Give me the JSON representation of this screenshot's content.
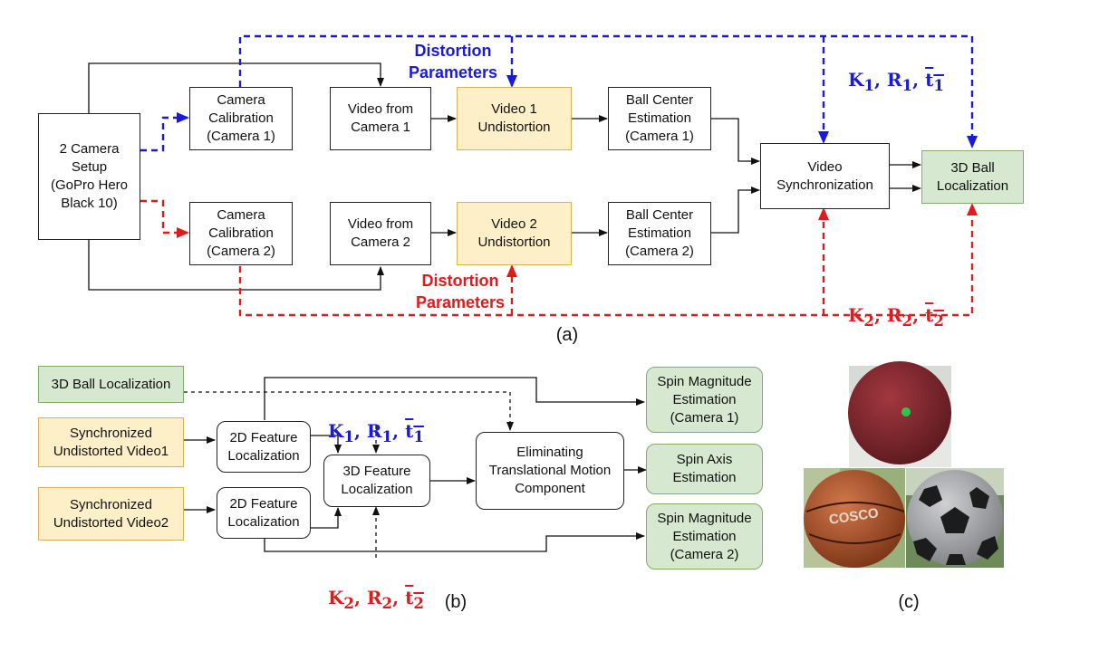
{
  "panel_a": {
    "boxes": {
      "camera_setup": "2 Camera\nSetup\n(GoPro Hero\nBlack 10)",
      "calib_1": "Camera\nCalibration\n(Camera 1)",
      "calib_2": "Camera\nCalibration\n(Camera 2)",
      "video_cam1": "Video from\nCamera 1",
      "video_cam2": "Video from\nCamera 2",
      "undistort_1": "Video 1\nUndistortion",
      "undistort_2": "Video 2\nUndistortion",
      "ball_center_1": "Ball Center\nEstimation\n(Camera 1)",
      "ball_center_2": "Ball Center\nEstimation\n(Camera 2)",
      "video_sync": "Video\nSynchronization",
      "ball_3d": "3D Ball\nLocalization"
    },
    "labels": {
      "distortion_top": "Distortion\nParameters",
      "distortion_bottom": "Distortion\nParameters",
      "params_1": {
        "K": "K",
        "K_sub": "1",
        "R": "R",
        "R_sub": "1",
        "t": "t",
        "t_sub": "1"
      },
      "params_2": {
        "K": "K",
        "K_sub": "2",
        "R": "R",
        "R_sub": "2",
        "t": "t",
        "t_sub": "2"
      }
    },
    "caption": "(a)"
  },
  "panel_b": {
    "boxes": {
      "ball_3d": "3D Ball Localization",
      "sync_video_1": "Synchronized\nUndistorted Video1",
      "sync_video_2": "Synchronized\nUndistorted Video2",
      "feature_2d_1": "2D Feature\nLocalization",
      "feature_2d_2": "2D Feature\nLocalization",
      "feature_3d": "3D Feature\nLocalization",
      "eliminating": "Eliminating\nTranslational Motion\nComponent",
      "spin_mag_1": "Spin Magnitude\nEstimation\n(Camera 1)",
      "spin_axis": "Spin Axis\nEstimation",
      "spin_mag_2": "Spin Magnitude\nEstimation\n(Camera 2)"
    },
    "caption": "(b)"
  },
  "panel_c": {
    "ball_texts": {
      "basketball_brand": "COSCO"
    },
    "caption": "(c)"
  },
  "colors": {
    "blue": "#1a1adb",
    "red": "#e11b1b",
    "yellow_fill": "#fdf0c9",
    "green_fill": "#d6e8cf"
  }
}
